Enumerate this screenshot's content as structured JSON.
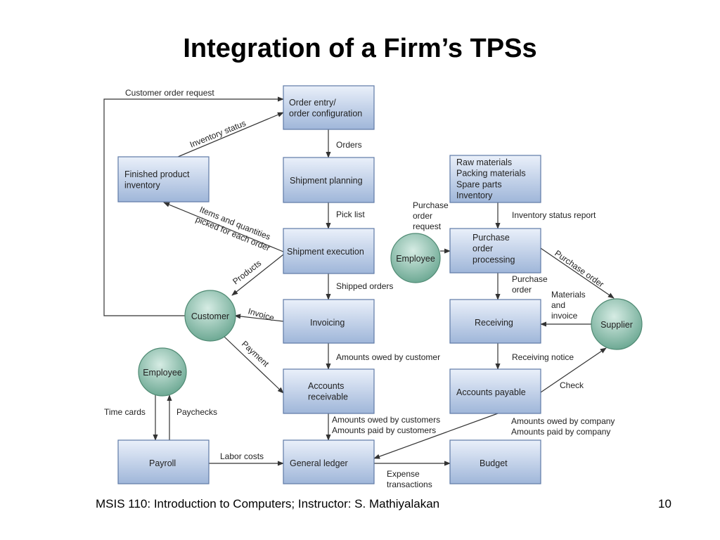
{
  "slide": {
    "title": "Integration of a Firm’s TPSs",
    "footer_text": "MSIS 110:  Introduction to Computers;  Instructor: S. Mathiyalakan",
    "page_number": "10"
  },
  "colors": {
    "box_fill_top": "#eaf0fa",
    "box_fill_bottom": "#9fb6d9",
    "box_border": "#5f7aa6",
    "circle_fill_top": "#d6ece4",
    "circle_fill_bottom": "#5e9f88",
    "circle_border": "#4f8a73",
    "line": "#333333"
  },
  "diagram": {
    "nodes": {
      "order_entry": [
        "Order entry/",
        "order configuration"
      ],
      "shipment_planning": [
        "Shipment planning"
      ],
      "shipment_execution": [
        "Shipment execution"
      ],
      "invoicing": [
        "Invoicing"
      ],
      "accounts_receivable": [
        "Accounts",
        "receivable"
      ],
      "general_ledger": [
        "General ledger"
      ],
      "finished_product": [
        "Finished product",
        "inventory"
      ],
      "payroll": [
        "Payroll"
      ],
      "raw_materials": [
        "Raw materials",
        "Packing materials",
        "Spare parts",
        "Inventory"
      ],
      "purchase_order": [
        "Purchase",
        "order",
        "processing"
      ],
      "receiving": [
        "Receiving"
      ],
      "accounts_payable": [
        "Accounts payable"
      ],
      "budget": [
        "Budget"
      ],
      "customer": [
        "Customer"
      ],
      "employee_left": [
        "Employee"
      ],
      "employee_right": [
        "Employee"
      ],
      "supplier": [
        "Supplier"
      ]
    },
    "edges": {
      "customer_order_request": [
        "Customer order request"
      ],
      "inventory_status": [
        "Inventory status"
      ],
      "orders": [
        "Orders"
      ],
      "pick_list": [
        "Pick list"
      ],
      "items_picked": [
        "Items and quantities",
        "picked for each order"
      ],
      "products": [
        "Products"
      ],
      "shipped_orders": [
        "Shipped orders"
      ],
      "invoice": [
        "Invoice"
      ],
      "payment": [
        "Payment"
      ],
      "amounts_owed_by_customer": [
        "Amounts owed by customer"
      ],
      "amounts_by_customers": [
        "Amounts owed by customers",
        "Amounts paid by customers"
      ],
      "time_cards": [
        "Time cards"
      ],
      "paychecks": [
        "Paychecks"
      ],
      "labor_costs": [
        "Labor costs"
      ],
      "expense_transactions": [
        "Expense",
        "transactions"
      ],
      "purchase_order_request": [
        "Purchase",
        "order",
        "request"
      ],
      "inventory_status_report": [
        "Inventory status report"
      ],
      "purchase_order_to_supplier": [
        "Purchase order"
      ],
      "purchase_order_down": [
        "Purchase",
        "order"
      ],
      "materials_and_invoice": [
        "Materials",
        "and",
        "invoice"
      ],
      "receiving_notice": [
        "Receiving notice"
      ],
      "check": [
        "Check"
      ],
      "amounts_by_company": [
        "Amounts owed by company",
        "Amounts paid by company"
      ]
    }
  }
}
